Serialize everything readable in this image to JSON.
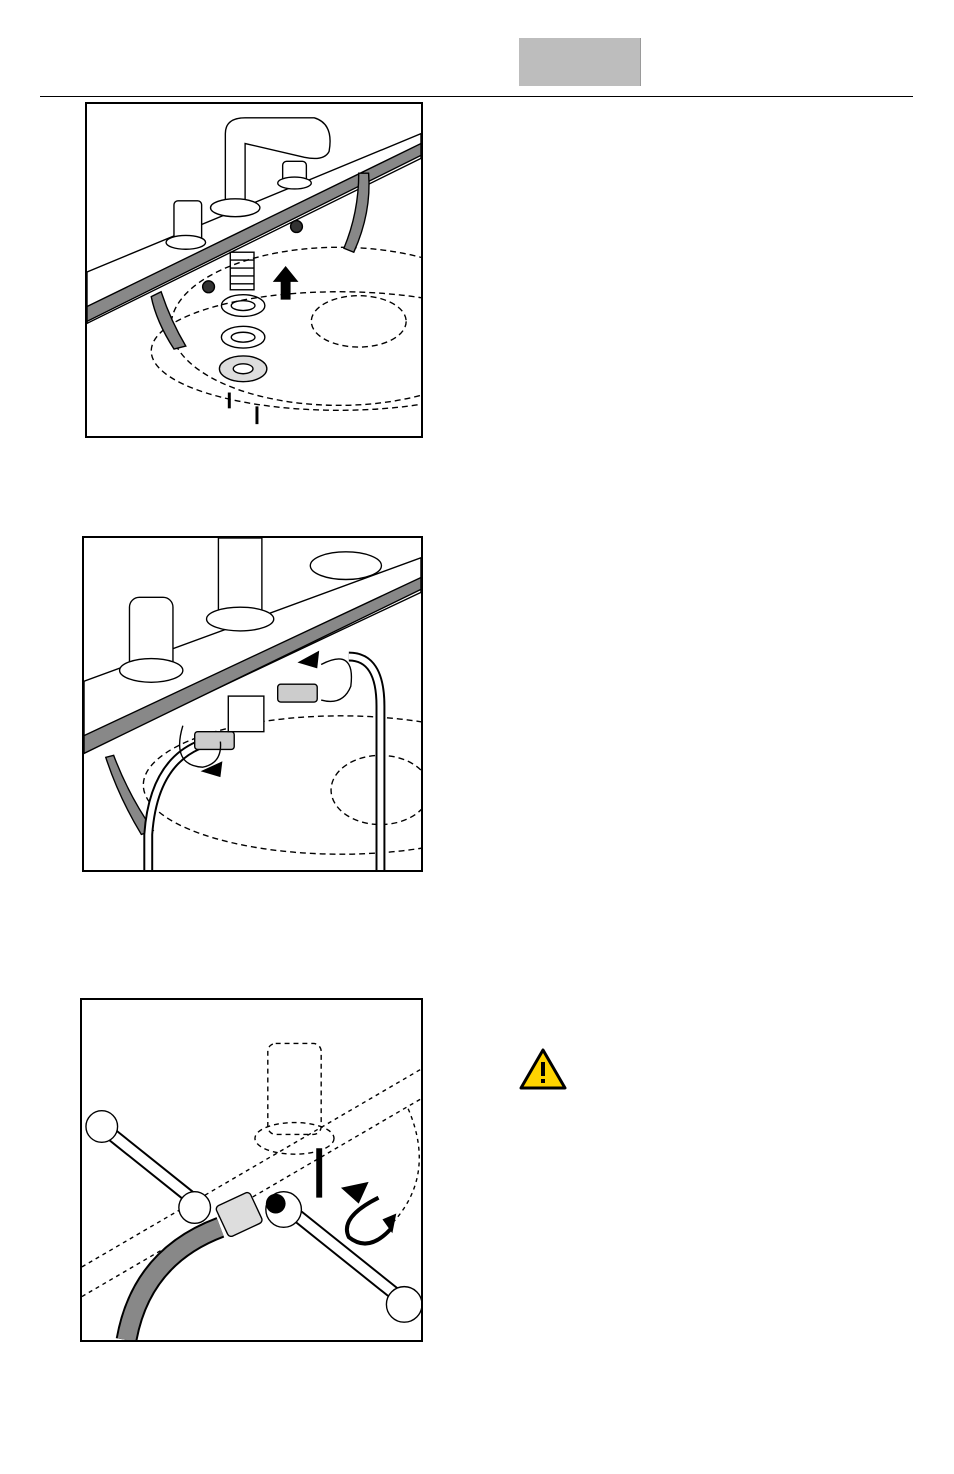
{
  "header": {
    "tab_color": "#bdbdbd"
  },
  "figures": [
    {
      "icon": "faucet-install-gaskets-figure"
    },
    {
      "icon": "faucet-connect-hoses-figure"
    },
    {
      "icon": "faucet-tighten-nut-wrench-figure"
    }
  ],
  "warning": {
    "icon": "caution-triangle-icon",
    "color": "#ffd400"
  }
}
